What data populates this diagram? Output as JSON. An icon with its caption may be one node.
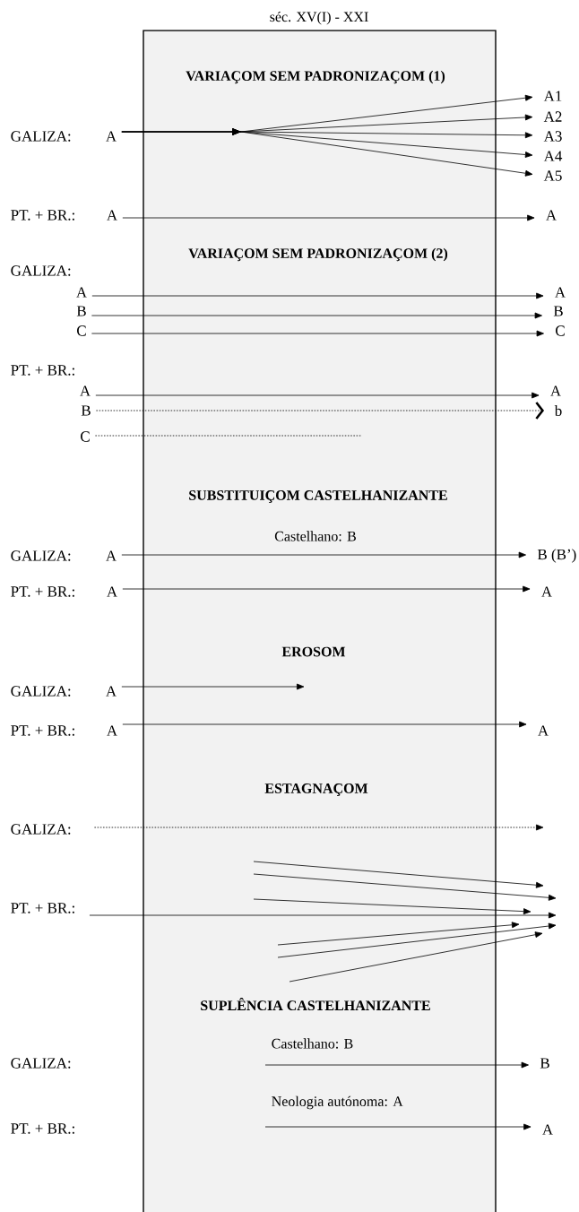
{
  "diagram": {
    "title": "séc. XV(I) - XXI",
    "nodes": [
      {
        "text": [
          "A"
        ]
      },
      {
        "text": [
          "A1"
        ]
      },
      {
        "text": [
          "A2"
        ]
      },
      {
        "text": [
          "A3"
        ]
      },
      {
        "text": [
          "A4"
        ]
      },
      {
        "text": [
          "A5"
        ]
      },
      {
        "text": [
          "A"
        ]
      },
      {
        "text": [
          "A"
        ]
      },
      {
        "text": [
          "A"
        ]
      },
      {
        "text": [
          "A"
        ]
      },
      {
        "text": [
          "B"
        ]
      },
      {
        "text": [
          "B"
        ]
      },
      {
        "text": [
          "C"
        ]
      },
      {
        "text": [
          "C"
        ]
      },
      {
        "text": [
          "A"
        ]
      },
      {
        "text": [
          "A"
        ]
      },
      {
        "text": [
          "B"
        ]
      },
      {
        "text": [
          "b"
        ]
      },
      {
        "text": [
          "C"
        ]
      },
      {
        "text": [
          "A"
        ]
      },
      {
        "text": [
          "B (B’)"
        ]
      },
      {
        "text": [
          "A"
        ]
      },
      {
        "text": [
          "A"
        ]
      },
      {
        "text": [
          "A"
        ]
      },
      {
        "text": [
          "A"
        ]
      },
      {
        "text": [
          "A"
        ]
      },
      {
        "text": [
          "GALIZA:"
        ]
      },
      {
        "text": [
          "PT. + BR.:"
        ]
      },
      {
        "text": [
          "B"
        ]
      },
      {
        "text": [
          "A"
        ]
      }
    ],
    "edges": [
      {
        "from": 0,
        "to": 1,
        "arrow": "to"
      },
      {
        "from": 0,
        "to": 2,
        "arrow": "to"
      },
      {
        "from": 0,
        "to": 3,
        "arrow": "to"
      },
      {
        "from": 0,
        "to": 4,
        "arrow": "to"
      },
      {
        "from": 0,
        "to": 5,
        "arrow": "to"
      },
      {
        "from": 6,
        "to": 7,
        "arrow": "to"
      },
      {
        "from": 8,
        "to": 9,
        "arrow": "to"
      },
      {
        "from": 10,
        "to": 11,
        "arrow": "to"
      },
      {
        "from": 12,
        "to": 13,
        "arrow": "to"
      },
      {
        "from": 14,
        "to": 15,
        "arrow": "to"
      },
      {
        "from": 16,
        "to": 17,
        "arrow": "to",
        "style": "dashed"
      },
      {
        "from": 18,
        "to": null,
        "arrow": "none",
        "style": "dashed"
      },
      {
        "from": 19,
        "to": 20,
        "arrow": "to",
        "label": "Castelhano: B"
      },
      {
        "from": 21,
        "to": 22,
        "arrow": "to"
      },
      {
        "from": 23,
        "to": null,
        "arrow": "to"
      },
      {
        "from": 24,
        "to": 25,
        "arrow": "to"
      },
      {
        "from": 26,
        "to": null,
        "arrow": "to",
        "style": "dashed"
      },
      {
        "from": 27,
        "to": null,
        "arrow": "to"
      },
      {
        "from": null,
        "to": 28,
        "arrow": "to",
        "label": "Castelhano: B"
      },
      {
        "from": null,
        "to": 29,
        "arrow": "to",
        "label": "Neologia autónoma: A"
      }
    ],
    "labels": [
      "VARIAÇOM SEM PADRONIZAÇOM (1)",
      "GALIZA:",
      "PT. + BR.:",
      "VARIAÇOM SEM PADRONIZAÇOM (2)",
      "GALIZA:",
      "PT. + BR.:",
      "SUBSTITUIÇOM CASTELHANIZANTE",
      "GALIZA:",
      "PT. + BR.:",
      "EROSOM",
      "GALIZA:",
      "PT. + BR.:",
      "ESTAGNAÇOM",
      "SUPLÊNCIA CASTELHANIZANTE",
      "GALIZA:",
      "PT. + BR.:"
    ]
  }
}
